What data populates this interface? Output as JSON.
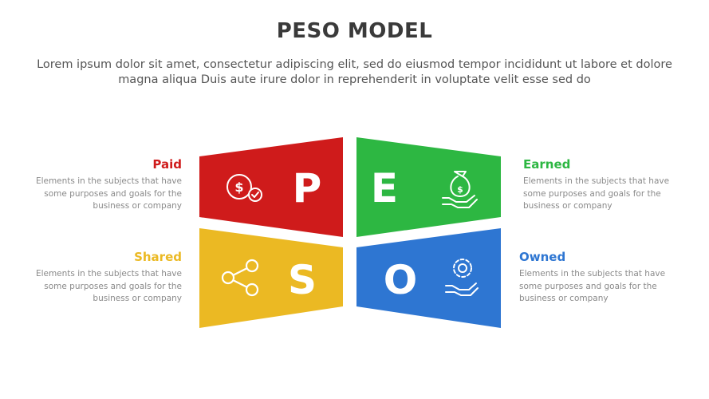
{
  "title": "PESO MODEL",
  "subtitle": "Lorem ipsum dolor sit amet, consectetur adipiscing elit, sed do eiusmod tempor incididunt ut labore et dolore magna aliqua Duis aute irure dolor in reprehenderit in voluptate velit esse sed do",
  "colors": {
    "paid": "#cf1b1b",
    "earned": "#2db742",
    "shared": "#ebb923",
    "owned": "#2e76d2",
    "title": "#3a3a3a",
    "text": "#8a8a8a"
  },
  "segments": {
    "paid": {
      "letter": "P",
      "label": "Paid",
      "desc": "Elements in the subjects that have some purposes and goals for the business or company",
      "icon": "dollar-check-icon"
    },
    "earned": {
      "letter": "E",
      "label": "Earned",
      "desc": "Elements in the subjects that have some purposes and goals for the business or company",
      "icon": "money-bag-hand-icon"
    },
    "shared": {
      "letter": "S",
      "label": "Shared",
      "desc": "Elements in the subjects that have some purposes and goals for the business or company",
      "icon": "share-icon"
    },
    "owned": {
      "letter": "O",
      "label": "Owned",
      "desc": "Elements in the subjects that have some purposes and goals for the business or company",
      "icon": "gear-hand-icon"
    }
  }
}
